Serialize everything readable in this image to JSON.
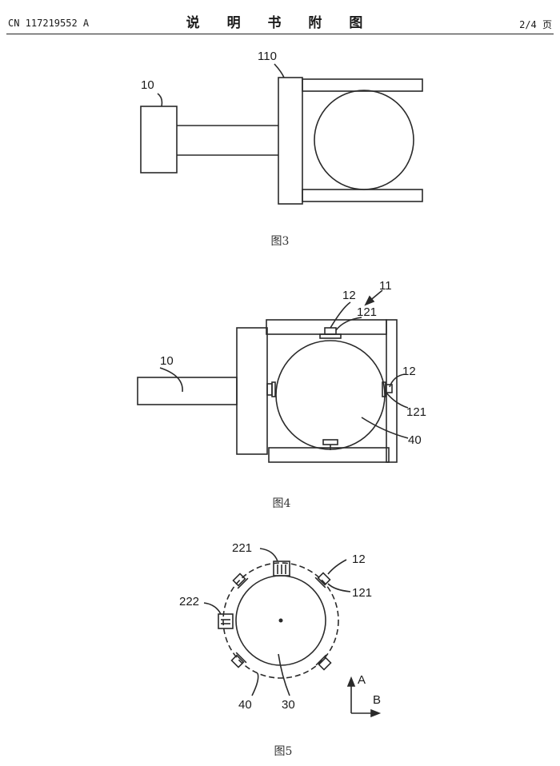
{
  "header": {
    "publication_number": "CN 117219552 A",
    "title": "说 明 书 附 图",
    "page": "2/4 页"
  },
  "figures": {
    "fig3": {
      "caption": "图3",
      "labels": {
        "l10": "10",
        "l110": "110"
      }
    },
    "fig4": {
      "caption": "图4",
      "labels": {
        "l12a": "12",
        "l11": "11",
        "l121a": "121",
        "l10": "10",
        "l12b": "12",
        "l121b": "121",
        "l40": "40"
      }
    },
    "fig5": {
      "caption": "图5",
      "labels": {
        "l221": "221",
        "l12": "12",
        "l121": "121",
        "l222": "222",
        "l40": "40",
        "l30": "30",
        "lA": "A",
        "lB": "B"
      }
    }
  }
}
